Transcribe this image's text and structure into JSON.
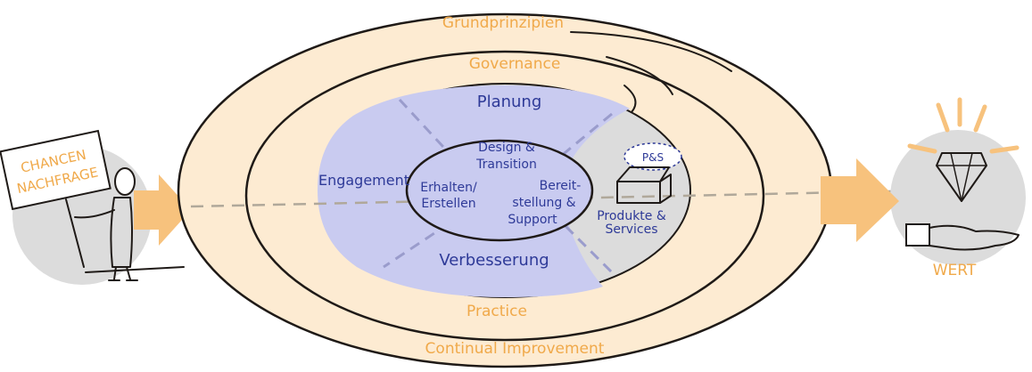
{
  "diagram": {
    "outer_rings": {
      "top": "Grundprinzipien",
      "second": "Governance",
      "practice": "Practice",
      "bottom": "Continual Improvement"
    },
    "value_chain": {
      "planning": "Planung",
      "engagement": "Engagement",
      "improvement": "Verbesserung",
      "design": [
        "Design &",
        "Transition"
      ],
      "obtain_build": [
        "Erhalten/",
        "Erstellen"
      ],
      "deliver_support": [
        "Bereit-",
        "stellung &",
        "Support"
      ]
    },
    "products_services": {
      "box_tag": "P&S",
      "label": [
        "Produkte &",
        "Services"
      ]
    },
    "input": {
      "sign": [
        "CHANCEN",
        "NACHFRAGE"
      ]
    },
    "output": {
      "label": "WERT"
    },
    "colors": {
      "orange_label": "#f0a94a",
      "blue_text": "#2e3a98",
      "ring_fill": "#fdebd2",
      "core_fill": "#c9cbf0",
      "gray_fill": "#dcdcdc",
      "arrow_fill": "#f7c27d"
    },
    "icons": [
      "person-holding-sign-icon",
      "box-icon",
      "diamond-icon",
      "hand-icon"
    ]
  }
}
